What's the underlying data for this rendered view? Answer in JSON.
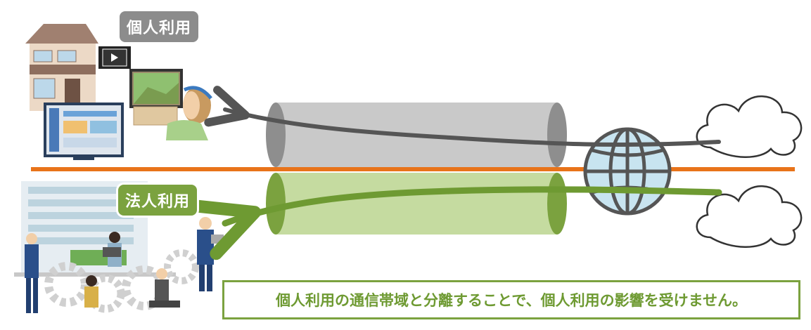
{
  "labels": {
    "personal_use": "個人利用",
    "corporate_use": "法人利用"
  },
  "message": "個人利用の通信帯域と分離することで、個人利用の影響を受けません。",
  "colors": {
    "personal": "#8c8c8c",
    "corporate": "#7ba23f",
    "divider": "#e8731a",
    "pipe_gray": "#c9c9c9",
    "pipe_green": "#c5dba0",
    "globe": "#c8e4f0"
  },
  "icons": [
    "house-icon",
    "video-play-icon",
    "desktop-monitor-icon",
    "gamer-icon",
    "office-building-icon",
    "businessperson-icon",
    "gear-icon",
    "globe-icon",
    "cloud-icon"
  ]
}
